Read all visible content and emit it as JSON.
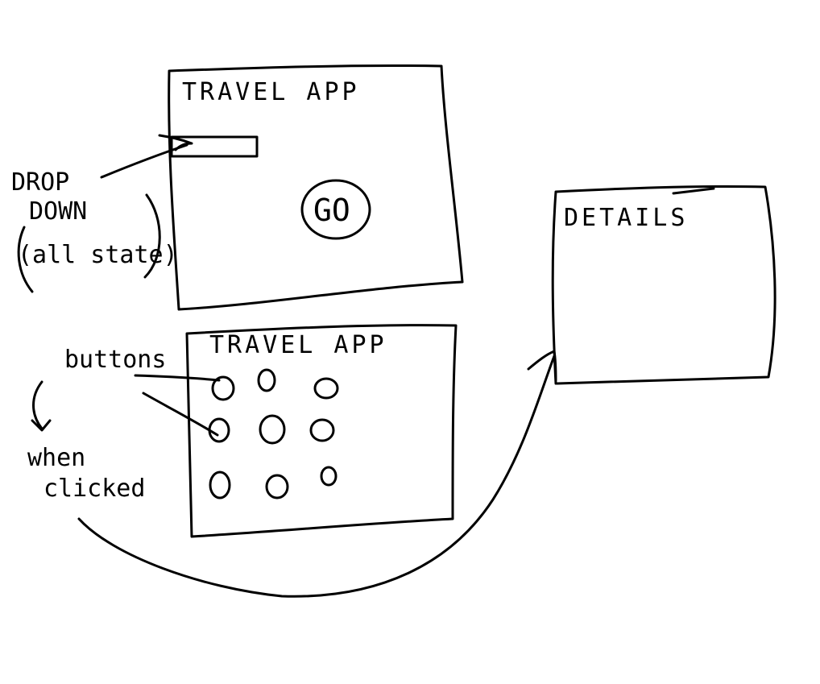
{
  "screen_home": {
    "title": "TRAVEL APP",
    "go_label": "GO"
  },
  "screen_grid": {
    "title": "TRAVEL APP",
    "button_count": 9
  },
  "screen_details": {
    "title": "DETAILS"
  },
  "annotations": {
    "dropdown_line1": "DROP",
    "dropdown_line2": "DOWN",
    "dropdown_line3": "(all state)",
    "buttons": "buttons",
    "when": "when",
    "clicked": "clicked"
  },
  "colors": {
    "ink": "#000000",
    "paper": "#ffffff"
  }
}
